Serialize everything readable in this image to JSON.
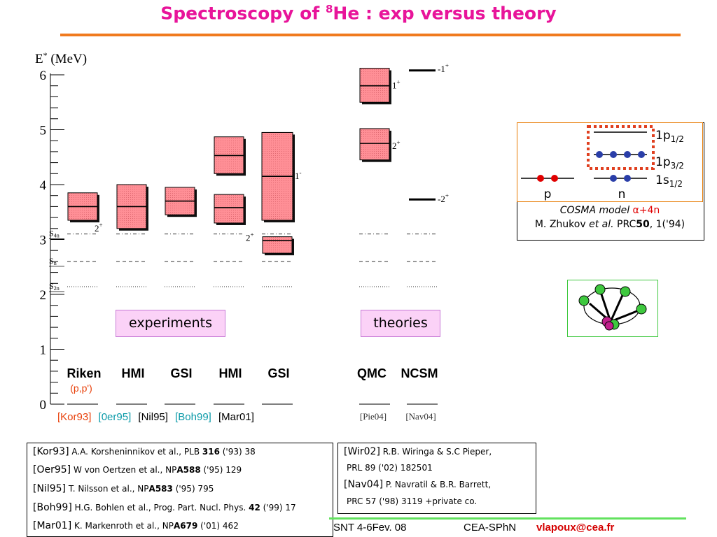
{
  "header": {
    "title_pre": "Spectroscopy of ",
    "title_sup": "8",
    "title_post": "He : exp versus theory"
  },
  "labels": {
    "experiments": "experiments",
    "theories": "theories"
  },
  "chart_data": {
    "type": "level-scheme",
    "y_axis": {
      "label": "E* (MeV)",
      "range": [
        0,
        6
      ],
      "ticks": [
        "0",
        "1",
        "2",
        "3",
        "4",
        "5",
        "6"
      ]
    },
    "thresholds": [
      {
        "label": "S4n",
        "energy": 3.1
      },
      {
        "label": "Sn",
        "energy": 2.6
      },
      {
        "label": "S2n",
        "energy": 2.14
      }
    ],
    "columns": [
      {
        "name": "Riken",
        "sub": "(p,p')",
        "states": [
          {
            "energy": 3.6,
            "low": 3.35,
            "high": 3.85
          }
        ],
        "spins": [
          {
            "text": "2+",
            "energy": 3.2
          }
        ]
      },
      {
        "name": "HMI",
        "states": [
          {
            "energy": 3.6,
            "low": 3.2,
            "high": 4.0
          }
        ],
        "spins": []
      },
      {
        "name": "GSI",
        "states": [
          {
            "energy": 3.7,
            "low": 3.45,
            "high": 3.95
          }
        ],
        "spins": []
      },
      {
        "name": "HMI",
        "states": [
          {
            "energy": 3.58,
            "low": 3.3,
            "high": 3.82
          },
          {
            "energy": 4.53,
            "low": 4.2,
            "high": 4.87
          }
        ],
        "spins": []
      },
      {
        "name": "GSI",
        "states": [
          {
            "energy": 2.98,
            "low": 2.75,
            "high": 3.05
          },
          {
            "energy": 4.15,
            "low": 3.35,
            "high": 4.95
          }
        ],
        "spins": [
          {
            "text": "2+",
            "energy": 2.95
          },
          {
            "text": "1-",
            "energy": 4.15
          }
        ]
      },
      {
        "name": "QMC",
        "states": [
          {
            "energy": 4.75,
            "low": 4.45,
            "high": 5.02
          },
          {
            "energy": 5.8,
            "low": 5.5,
            "high": 6.12
          }
        ],
        "spins": [
          {
            "text": "2+",
            "energy": 4.7
          },
          {
            "text": "1+",
            "energy": 5.8
          }
        ]
      },
      {
        "name": "NCSM",
        "states": [
          {
            "energy": 3.73,
            "low": 3.73,
            "high": 3.73
          },
          {
            "energy": 6.08,
            "low": 6.08,
            "high": 6.08
          }
        ],
        "spins": [
          {
            "text": "-2+",
            "energy": 3.73
          },
          {
            "text": "-1+",
            "energy": 6.1
          }
        ]
      }
    ],
    "theory_refs": [
      "[Pie04]",
      "[Nav04]"
    ]
  },
  "exp_refs": [
    {
      "text": "[Kor93]",
      "color": "#e8400a"
    },
    {
      "text": "[0er95]",
      "color": "#0a9aa8"
    },
    {
      "text": "[Nil95]",
      "color": "#000000"
    },
    {
      "text": "[Boh99]",
      "color": "#0a9aa8"
    },
    {
      "text": "[Mar01]",
      "color": "#000000"
    }
  ],
  "references_left": [
    {
      "tag": "[Kor93]",
      "pre": "A.A. Korsheninnikov et al., PLB ",
      "bold": "316",
      "post": " ('93) 38"
    },
    {
      "tag": "[Oer95]",
      "pre": "W von Oertzen et al., NP",
      "bold": "A588",
      "post": " ('95) 129"
    },
    {
      "tag": "[Nil95]",
      "pre": "T. Nilsson et al., NP",
      "bold": "A583",
      "post": " ('95) 795"
    },
    {
      "tag": "[Boh99]",
      "pre": "H.G. Bohlen et al., Prog. Part. Nucl. Phys. ",
      "bold": "42",
      "post": " ('99) 17"
    },
    {
      "tag": "[Mar01]",
      "pre": "K. Markenroth et al., NP",
      "bold": "A679",
      "post": " ('01) 462"
    }
  ],
  "references_right": [
    {
      "tag": "[Wir02]",
      "text": "R.B. Wiringa & S.C Pieper,"
    },
    {
      "tag": "",
      "text": "PRL 89 ('02) 182501"
    },
    {
      "tag": "[Nav04]",
      "text": "P. Navratil & B.R. Barrett,"
    },
    {
      "tag": "",
      "text": "PRC 57 ('98) 3119    +private co."
    }
  ],
  "cosma": {
    "orbit_1": "1p",
    "orbit_1_sub": "1/2",
    "orbit_2": "1p",
    "orbit_2_sub": "3/2",
    "orbit_3": "1s",
    "orbit_3_sub": "1/2",
    "p_label": "p",
    "n_label": "n",
    "cap1_pre": "COSMA  model ",
    "cap1_alpha": "α+4n",
    "cap2_pre": "M. Zhukov ",
    "cap2_ital": "et al.",
    "cap2_mid": " PRC",
    "cap2_bold": "50",
    "cap2_post": ", 1('94)"
  },
  "footer": {
    "conf": "SNT 4-6Fev. 08",
    "org": "CEA-SPhN",
    "email": "vlapoux@cea.fr"
  },
  "colors": {
    "level_fill": "#ff8f96",
    "level_stroke": "#000000",
    "proton": "#e00000",
    "neutron": "#2a3ea8",
    "cluster": "#3ec83e"
  }
}
